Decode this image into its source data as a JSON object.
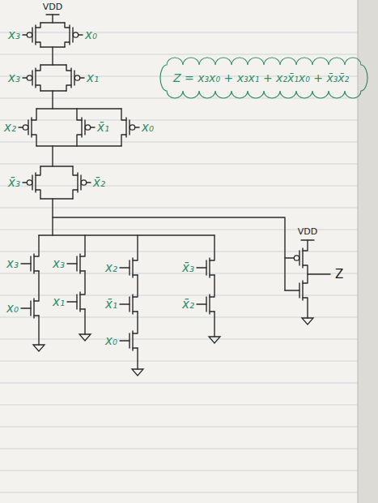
{
  "diagram": {
    "labels": [
      "VDD",
      "x₃",
      "x₀",
      "x₃",
      "x₁",
      "x₂",
      "x̄₁",
      "x₀",
      "x̄₃",
      "x̄₂",
      "Z = x₃x₀ + x₃x₁ + x₂x̄₁x₀ + x̄₃x̄₂",
      "x₃",
      "x₀",
      "x₃",
      "x₁",
      "x₂",
      "x̄₁",
      "x₀",
      "x̄₃",
      "x̄₂",
      "VDD",
      "Z"
    ]
  }
}
